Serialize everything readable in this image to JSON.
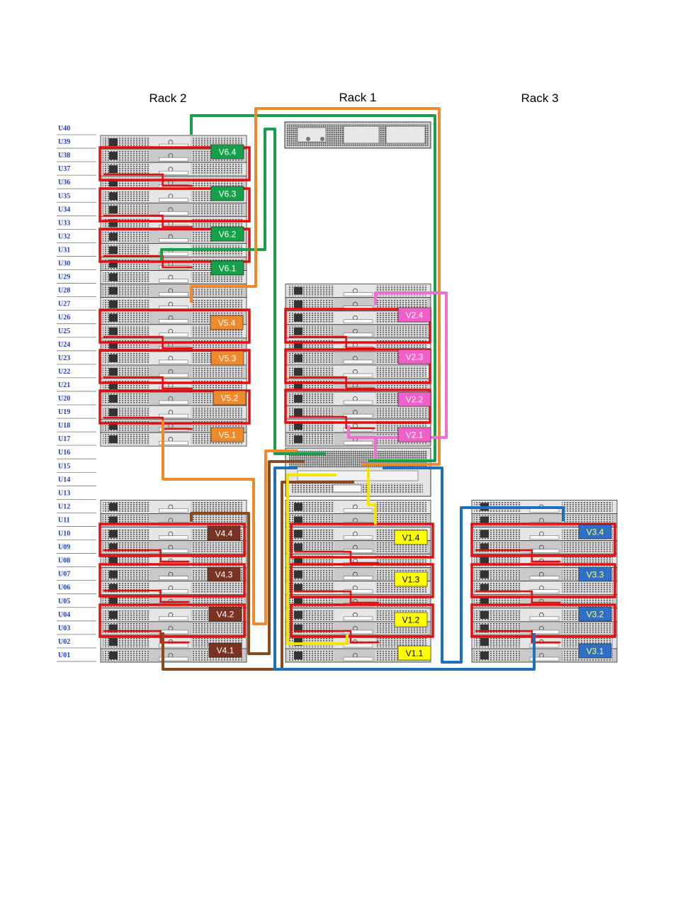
{
  "racks": [
    {
      "id": "rack2",
      "title": "Rack 2"
    },
    {
      "id": "rack1",
      "title": "Rack 1"
    },
    {
      "id": "rack3",
      "title": "Rack 3"
    }
  ],
  "u_labels": [
    "U40",
    "U39",
    "U38",
    "U37",
    "U36",
    "U35",
    "U34",
    "U33",
    "U32",
    "U31",
    "U30",
    "U29",
    "U28",
    "U27",
    "U26",
    "U25",
    "U24",
    "U23",
    "U22",
    "U21",
    "U20",
    "U19",
    "U18",
    "U17",
    "U16",
    "U15",
    "U14",
    "U13",
    "U12",
    "U11",
    "U10",
    "U09",
    "U08",
    "U07",
    "U06",
    "U05",
    "U04",
    "U03",
    "U02",
    "U01"
  ],
  "tags": [
    {
      "label": "V6.4",
      "color": "#16a04a",
      "text": "#ffffff"
    },
    {
      "label": "V6.3",
      "color": "#16a04a",
      "text": "#ffffff"
    },
    {
      "label": "V6.2",
      "color": "#16a04a",
      "text": "#ffffff"
    },
    {
      "label": "V6.1",
      "color": "#16a04a",
      "text": "#ffffff"
    },
    {
      "label": "V5.4",
      "color": "#ef8a2c",
      "text": "#ffffff"
    },
    {
      "label": "V5.3",
      "color": "#ef8a2c",
      "text": "#ffffff"
    },
    {
      "label": "V5.2",
      "color": "#ef8a2c",
      "text": "#ffffff"
    },
    {
      "label": "V5.1",
      "color": "#ef8a2c",
      "text": "#ffffff"
    },
    {
      "label": "V4.4",
      "color": "#7a3322",
      "text": "#ffffff"
    },
    {
      "label": "V4.3",
      "color": "#7a3322",
      "text": "#ffffff"
    },
    {
      "label": "V4.2",
      "color": "#7a3322",
      "text": "#ffffff"
    },
    {
      "label": "V4.1",
      "color": "#7a3322",
      "text": "#ffffff"
    },
    {
      "label": "V2.4",
      "color": "#f060c8",
      "text": "#ffffff"
    },
    {
      "label": "V2.3",
      "color": "#f060c8",
      "text": "#ffffff"
    },
    {
      "label": "V2.2",
      "color": "#f060c8",
      "text": "#ffffff"
    },
    {
      "label": "V2.1",
      "color": "#f060c8",
      "text": "#ffffff"
    },
    {
      "label": "V1.4",
      "color": "#ffff00",
      "text": "#000000"
    },
    {
      "label": "V1.3",
      "color": "#ffff00",
      "text": "#000000"
    },
    {
      "label": "V1.2",
      "color": "#ffff00",
      "text": "#000000"
    },
    {
      "label": "V1.1",
      "color": "#ffff00",
      "text": "#000000"
    },
    {
      "label": "V3.4",
      "color": "#2f6fc8",
      "text": "#ffff66"
    },
    {
      "label": "V3.3",
      "color": "#2f6fc8",
      "text": "#ffff66"
    },
    {
      "label": "V3.2",
      "color": "#2f6fc8",
      "text": "#ffff66"
    },
    {
      "label": "V3.1",
      "color": "#2f6fc8",
      "text": "#ffff66"
    }
  ],
  "colors": {
    "green": "#16a04a",
    "orange": "#ef8a2c",
    "brown": "#8b4a1e",
    "pink": "#f070d0",
    "yellow": "#f2e600",
    "blue": "#1f6fbf",
    "red": "#e01010"
  }
}
